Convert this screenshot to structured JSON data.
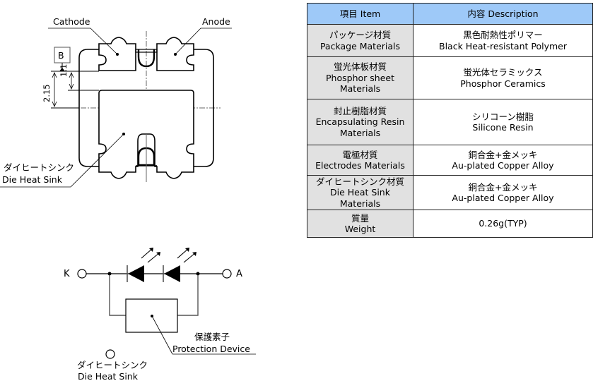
{
  "outline": {
    "labels": {
      "cathode": "Cathode",
      "anode": "Anode",
      "datum": "B",
      "dim_1": "1.1",
      "dim_2": "2.15",
      "die_heat_sink_jp": "ダイヒートシンク",
      "die_heat_sink_en": "Die Heat Sink"
    }
  },
  "circuit": {
    "labels": {
      "terminal_k": "K",
      "terminal_a": "A",
      "protection_jp": "保護素子",
      "protection_en": "Protection Device",
      "die_heat_sink_jp": "ダイヒートシンク",
      "die_heat_sink_en": "Die Heat Sink"
    },
    "led_count": 2
  },
  "table": {
    "header": {
      "item": "項目 Item",
      "description": "内容 Description"
    },
    "colors": {
      "header_bg": "#9ec9f8",
      "item_bg": "#e1e1e1"
    },
    "rows": [
      {
        "item": [
          "パッケージ材質",
          "Package Materials"
        ],
        "description": [
          "黒色耐熱性ポリマー",
          "Black Heat-resistant Polymer"
        ]
      },
      {
        "item": [
          "蛍光体板材質",
          "Phosphor sheet",
          "Materials"
        ],
        "description": [
          "蛍光体セラミックス",
          "Phosphor Ceramics"
        ]
      },
      {
        "item": [
          "封止樹脂材質",
          "Encapsulating Resin",
          "Materials"
        ],
        "description": [
          "シリコーン樹脂",
          "Silicone Resin"
        ]
      },
      {
        "item": [
          "電極材質",
          "Electrodes Materials"
        ],
        "description": [
          "銅合金+金メッキ",
          "Au-plated Copper Alloy"
        ]
      },
      {
        "item": [
          "ダイヒートシンク材質",
          "Die Heat Sink",
          "Materials"
        ],
        "description": [
          "銅合金+金メッキ",
          "Au-plated Copper Alloy"
        ]
      },
      {
        "item": [
          "質量",
          "Weight"
        ],
        "description": [
          "0.26g(TYP)"
        ]
      }
    ]
  }
}
